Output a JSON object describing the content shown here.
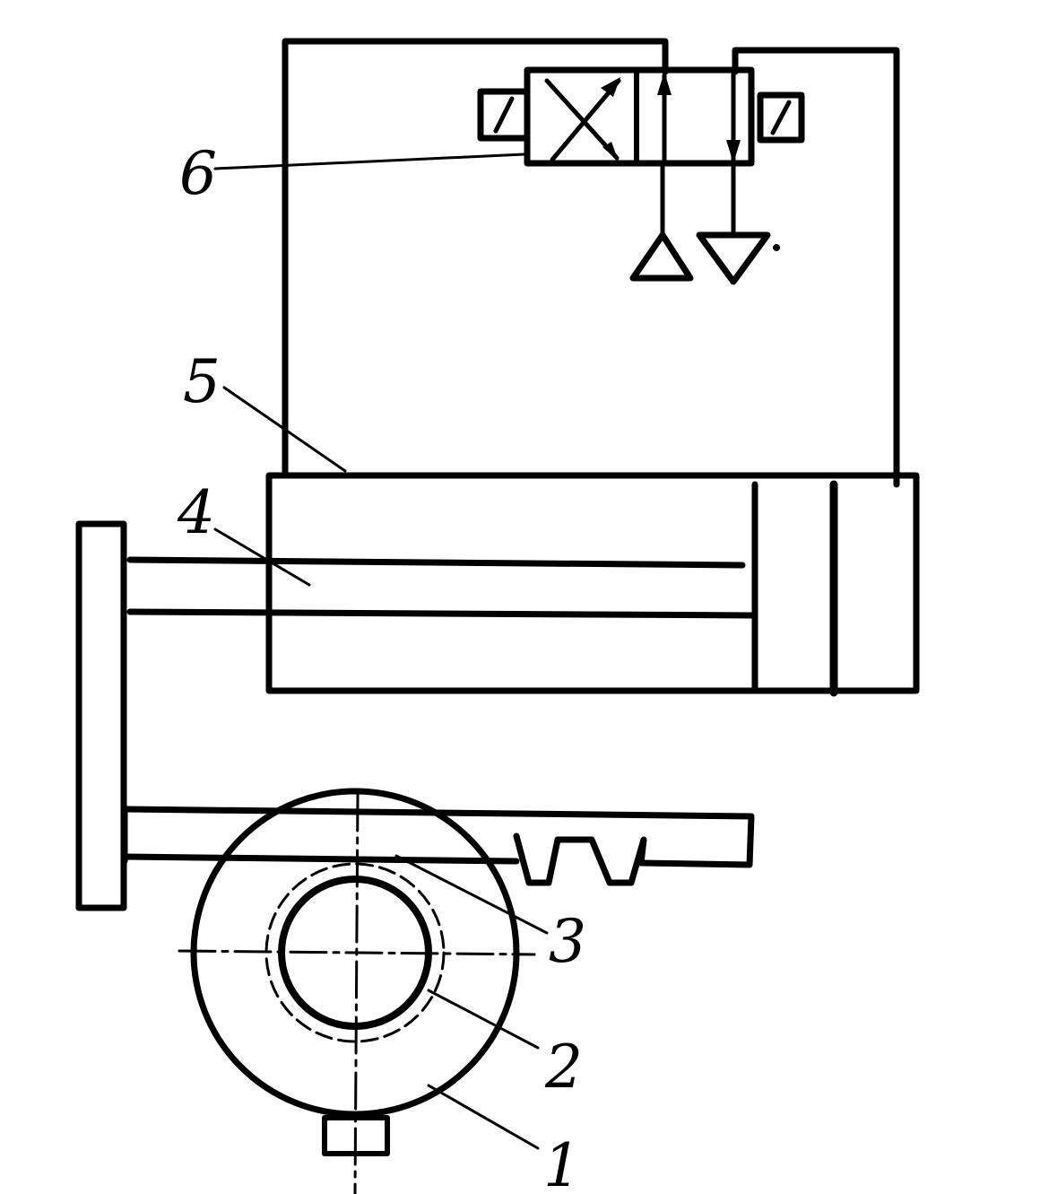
{
  "labels": {
    "l1": "1",
    "l2": "2",
    "l3": "3",
    "l4": "4",
    "l5": "5",
    "l6": "6"
  },
  "colors": {
    "ink": "#000000",
    "paper": "#ffffff"
  },
  "icons": {
    "valve": "two-position-solenoid-valve-icon",
    "pressure": "pressure-source-triangle-icon",
    "tank": "tank-return-triangle-icon"
  }
}
